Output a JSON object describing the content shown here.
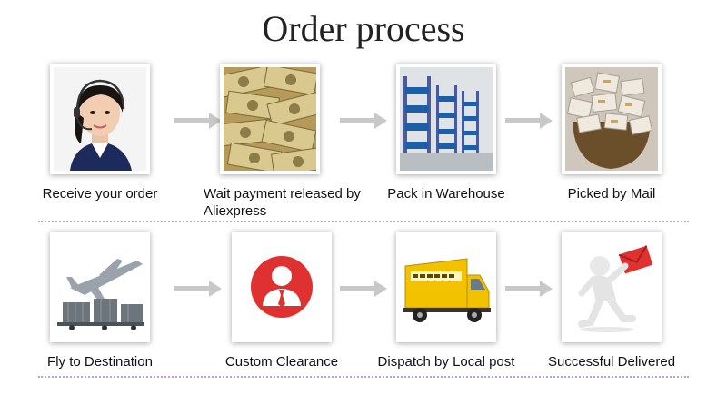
{
  "title": "Order process",
  "steps": [
    {
      "label": "Receive your order",
      "icon": "customer-service-photo"
    },
    {
      "label": "Wait payment released by Aliexpress",
      "icon": "money-photo"
    },
    {
      "label": "Pack in Warehouse",
      "icon": "warehouse-photo"
    },
    {
      "label": "Picked by Mail",
      "icon": "mail-packages-photo"
    },
    {
      "label": "Fly to Destination",
      "icon": "airplane-cargo-photo"
    },
    {
      "label": "Custom Clearance",
      "icon": "customs-officer-icon"
    },
    {
      "label": "Dispatch by Local post",
      "icon": "delivery-truck-photo"
    },
    {
      "label": "Successful Delivered",
      "icon": "delivered-figure-icon"
    }
  ],
  "colors": {
    "accent_red": "#e03131",
    "truck_yellow": "#f2c200",
    "arrow_gray": "#c8c8c8",
    "divider": "#b9a7c6"
  }
}
